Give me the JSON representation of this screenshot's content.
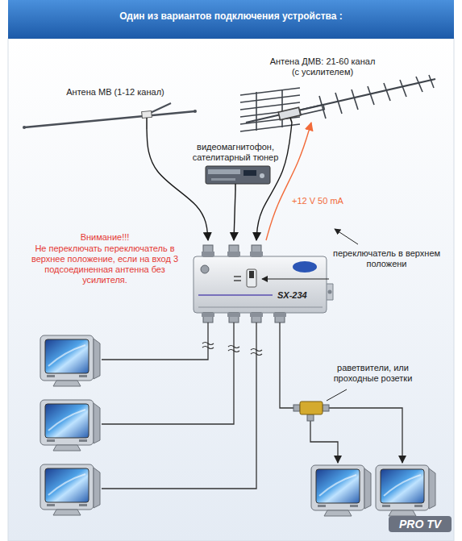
{
  "diagram": {
    "title": "Один из вариантов подключения устройства :",
    "nodes": [
      {
        "text": [
          "Антена МВ (1-12 канал)"
        ]
      },
      {
        "text": [
          "Антена ДМВ: 21-60 канал (с усилителем)"
        ]
      },
      {
        "text": [
          "видеомагнитофон, сателитарный тюнер"
        ]
      },
      {
        "text": [
          "SX-234"
        ]
      }
    ],
    "edges": [
      {
        "from": 0,
        "to": 3,
        "arrow": "to"
      },
      {
        "from": 2,
        "to": 3,
        "arrow": "to"
      },
      {
        "from": 1,
        "to": 3,
        "arrow": "to"
      },
      {
        "from": 3,
        "to": 1,
        "arrow": "to",
        "label": "+12 V 50 mA"
      }
    ],
    "labels": [
      "Внимание!!!",
      "Не переключать переключатель в верхнее положение, если на вход 3 подсоединенная антенна без усилителя.",
      "переключатель в верхнем положени",
      "раветвители, или проходные розетки",
      "PRO TV"
    ]
  }
}
